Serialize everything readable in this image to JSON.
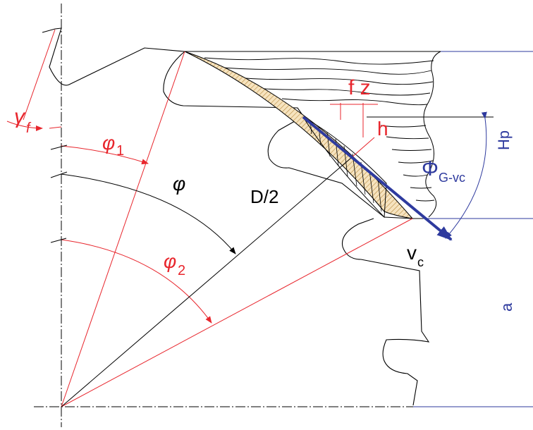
{
  "labels": {
    "gamma": "γ",
    "gamma_sub": "f",
    "phi1": "φ",
    "phi1_sub": "1",
    "phi": "φ",
    "phi2": "φ",
    "phi2_sub": "2",
    "d_half": "D/2",
    "fz": "f z",
    "h": "h",
    "Phi": "Φ",
    "Phi_sub": "G-vc",
    "vc": "v",
    "vc_sub": "c",
    "Hp": "Hp",
    "a": "a"
  },
  "colors": {
    "red": "#e8262d",
    "blue": "#2e3a9e",
    "chip_fill": "#f3d9a8",
    "line": "#000000"
  }
}
